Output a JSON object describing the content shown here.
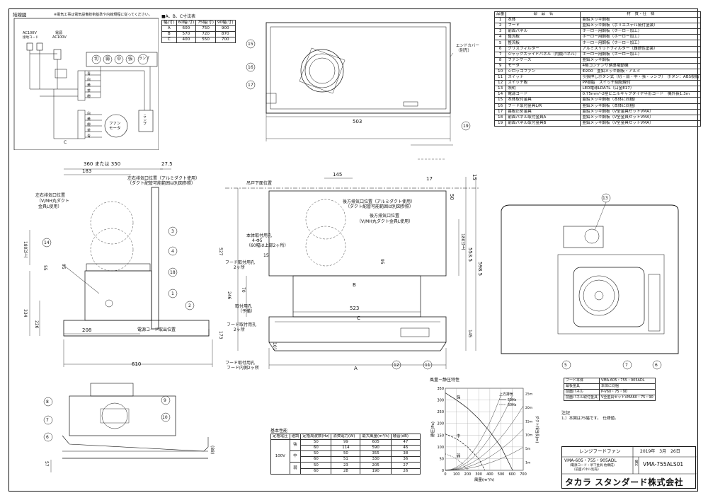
{
  "wiring": {
    "title": "結線図",
    "note": "※電気工事は電気設備技術基準や内線規程に従ってください。",
    "power_left": "AC100V",
    "power_left_sub": "接地コード",
    "power_right": "電源",
    "power_right_sub": "AC100V",
    "switch_labels": [
      "切",
      "弱",
      "中",
      "強",
      "ランプ"
    ],
    "fan_motor": "ファン\nモータ",
    "lamp": "ランプ",
    "capacitor": "C",
    "wire_colors": [
      "青",
      "白",
      "黄",
      "茶",
      "橙"
    ],
    "motor_wire_colors": [
      "白",
      "黄",
      "橙",
      "茶",
      "青"
    ]
  },
  "dim_table": {
    "title": "■A、B、C寸法表",
    "headers": [
      "幅(寸)",
      "60幅(寸)",
      "75幅(寸)",
      "90幅(寸)"
    ],
    "rows": [
      [
        "A",
        "600",
        "750",
        "900"
      ],
      [
        "B",
        "570",
        "720",
        "870"
      ],
      [
        "C",
        "400",
        "550",
        "700"
      ]
    ]
  },
  "parts": {
    "headers": [
      "品番",
      "部　品　名",
      "材　質・仕　様"
    ],
    "rows": [
      [
        "1",
        "本体",
        "亜鉛メッキ鋼板"
      ],
      [
        "2",
        "フード",
        "亜鉛メッキ鋼板（ポリエステル焼付塗装）"
      ],
      [
        "3",
        "前面パネル",
        "ホーロー用鋼板（ホーロー加工）"
      ],
      [
        "4",
        "整流板",
        "ホーロー用鋼板（ホーロー加工）"
      ],
      [
        "5",
        "整流板",
        "ホーロー用鋼板（ホーロー加工）"
      ],
      [
        "6",
        "グリスフィルター",
        "アルミスリットフィルター（難燃性塗装）"
      ],
      [
        "7",
        "ジャックスライドパネル（内鏡パネル）",
        "ホーロー用鋼板（ホーロー加工）"
      ],
      [
        "8",
        "ファンケース",
        "亜鉛メッキ鋼板"
      ],
      [
        "9",
        "モータ",
        "4極コンデンサ誘導電動機"
      ],
      [
        "10",
        "シロッコファン",
        "Φ200　亜鉛メッキ鋼板・アルミ"
      ],
      [
        "11",
        "スイッチ",
        "引張押しボタン式（切・弱・中・強・ランプ）　ボタン：ABS樹脂"
      ],
      [
        "12",
        "スイッチ板",
        "PP樹脂　スイッチ組配線付"
      ],
      [
        "13",
        "照明",
        "LED電球LDA7L（口金E17）"
      ],
      [
        "14",
        "電源コード",
        "0.75mm²-2極ビニルキャブタイヤ平形コード　機外長1.3m"
      ],
      [
        "15",
        "本体取付金具",
        "亜鉛メッキ鋼板（本体に同梱）"
      ],
      [
        "16",
        "フード取付金具L/R",
        "亜鉛メッキ鋼板（本体に同梱）"
      ],
      [
        "17",
        "幕板止め金具",
        "亜鉛メッキ鋼板（V全金具セットVMA）"
      ],
      [
        "18",
        "前面パネル取付金具A",
        "亜鉛メッキ鋼板（V全金具セットVMA）"
      ],
      [
        "19",
        "前面パネル取付金具B",
        "亜鉛メッキ鋼板（V全金具セットVMA）"
      ]
    ]
  },
  "top_view": {
    "end_cover": "エンドカバー\n（別売）",
    "width_dim": "503",
    "callouts": [
      "15",
      "16",
      "17",
      "19"
    ]
  },
  "side_view": {
    "dims": [
      "360 または 350",
      "183",
      "27.5",
      "208",
      "610",
      "334",
      "226",
      "180以上",
      "95",
      "55"
    ],
    "notes": [
      "左右排気口位置（アルミダクト使用）",
      "（ダクト配管可能範囲は別図参照）",
      "左右排気口位置",
      "（V/MH丸ダクト",
      "金具L使用）",
      "電源コード取出位置"
    ],
    "callouts": [
      "1",
      "2",
      "3",
      "4",
      "14",
      "18"
    ]
  },
  "front_view": {
    "dims": [
      "145",
      "17",
      "15",
      "50",
      "523",
      "B",
      "C",
      "A",
      "598.5",
      "553.5",
      "527",
      "246",
      "173",
      "145",
      "95",
      "15",
      "101",
      "180以上",
      "70"
    ],
    "labels": [
      "吊戸下面位置",
      "後方排気口位置（アルミダクト使用）",
      "（ダクト配管可能範囲は別図参照）",
      "後方排気口位置",
      "（V/MH丸ダクト金具L使用）",
      "本体取付用孔",
      "4-Φ5",
      "（60幅は上部2ヶ所）",
      "フード取付用孔",
      "2ヶ所",
      "取付用孔",
      "（予備）",
      "フード取付用孔",
      "2ヶ所",
      "フード取付用孔",
      "フード内側2ヶ所"
    ],
    "callouts": [
      "11",
      "12"
    ]
  },
  "bottom_view": {
    "callouts": [
      "13",
      "5",
      "7",
      "6"
    ]
  },
  "section_view": {
    "dims": [
      "(88)",
      "57"
    ],
    "callouts": [
      "6",
      "7",
      "8",
      "9",
      "10"
    ]
  },
  "performance": {
    "title": "基本性能",
    "headers": [
      "定格電圧",
      "速調",
      "定格周波数(Hz)",
      "消費電力(W)",
      "最大風量(m³/h)",
      "騒音(dB)"
    ],
    "voltage": "100V",
    "rows": [
      {
        "speed": "強",
        "hz": "50",
        "w": "99",
        "q": "605",
        "db": "47"
      },
      {
        "speed": "",
        "hz": "60",
        "w": "114",
        "q": "590",
        "db": "46"
      },
      {
        "speed": "中",
        "hz": "50",
        "w": "50",
        "q": "355",
        "db": "38"
      },
      {
        "speed": "",
        "hz": "60",
        "w": "51",
        "q": "330",
        "db": "36"
      },
      {
        "speed": "弱",
        "hz": "50",
        "w": "23",
        "q": "205",
        "db": "27"
      },
      {
        "speed": "",
        "hz": "60",
        "w": "28",
        "q": "190",
        "db": "26"
      }
    ]
  },
  "chart_data": {
    "type": "line",
    "title": "風量－静圧特性",
    "xlabel": "風量(m³/h)",
    "ylabel": "静圧(Pa)",
    "y2label": "ダクト相当長(m)",
    "xlim": [
      0,
      700
    ],
    "ylim": [
      0,
      350
    ],
    "xticks": [
      0,
      100,
      200,
      300,
      400,
      500,
      600,
      700
    ],
    "yticks": [
      0,
      50,
      100,
      150,
      200,
      250,
      300,
      350
    ],
    "y2ticks": [
      "1m",
      "5m",
      "10m",
      "15m",
      "20m",
      "25m"
    ],
    "legend": [
      "上方排気",
      "50Hz",
      "60Hz"
    ],
    "legend_position": "top-right",
    "series": [
      {
        "name": "強",
        "x": [
          0,
          100,
          200,
          300,
          400,
          500,
          605
        ],
        "y": [
          330,
          300,
          265,
          220,
          165,
          100,
          0
        ]
      },
      {
        "name": "中",
        "x": [
          0,
          100,
          200,
          300,
          355
        ],
        "y": [
          155,
          135,
          100,
          50,
          0
        ]
      },
      {
        "name": "弱",
        "x": [
          0,
          100,
          150,
          205
        ],
        "y": [
          70,
          50,
          30,
          0
        ]
      }
    ],
    "grid": true
  },
  "spec_table": {
    "rows": [
      [
        "フード本体",
        "VMA-605・755・905ADL"
      ],
      [
        "幕板金具",
        "本体に同梱"
      ],
      [
        "前面パネル",
        "P-V60・75・90"
      ],
      [
        "前面パネル取付金具",
        "V全金具セットVMA60・75・90"
      ]
    ]
  },
  "note": {
    "title": "注記",
    "text": "1.）本図は75幅です。　仕様値。"
  },
  "title_block": {
    "product": "レンジフードファン",
    "date": "2019年　3月　26日",
    "models": "VMA-605・755・905ADL",
    "models_sub1": "（電源コード・吊下金具 他構成）",
    "models_sub2": "（前面パネル別売）",
    "drawing_no": "VMA-755ALS01",
    "scale_label": "縮尺",
    "company": "タカラ スタンダード株式会社"
  }
}
